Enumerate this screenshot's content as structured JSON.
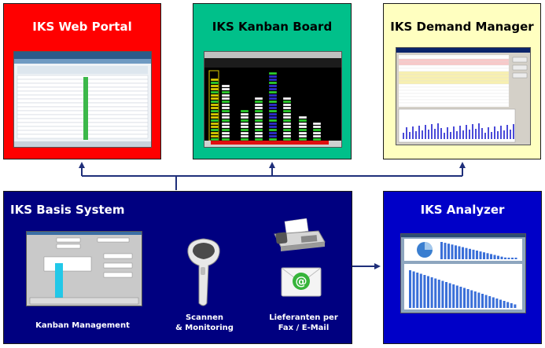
{
  "colors": {
    "web_portal": "#ff0000",
    "kanban_board": "#00c08a",
    "demand_manager": "#ffffc0",
    "basis_system": "#000080",
    "analyzer": "#0000c8",
    "arrow": "#1f2f7a"
  },
  "boxes": {
    "web_portal": {
      "title": "IKS Web Portal"
    },
    "kanban_board": {
      "title": "IKS Kanban Board"
    },
    "demand_manager": {
      "title": "IKS Demand Manager"
    },
    "basis_system": {
      "title": "IKS Basis System",
      "captions": {
        "kanban_management": "Kanban Management",
        "scan_line1": "Scannen",
        "scan_line2": "& Monitoring",
        "supplier_line1": "Lieferanten per",
        "supplier_line2": "Fax / E-Mail"
      },
      "icons": [
        "barcode-scanner-icon",
        "fax-machine-icon",
        "email-envelope-icon"
      ]
    },
    "analyzer": {
      "title": "IKS Analyzer"
    }
  }
}
